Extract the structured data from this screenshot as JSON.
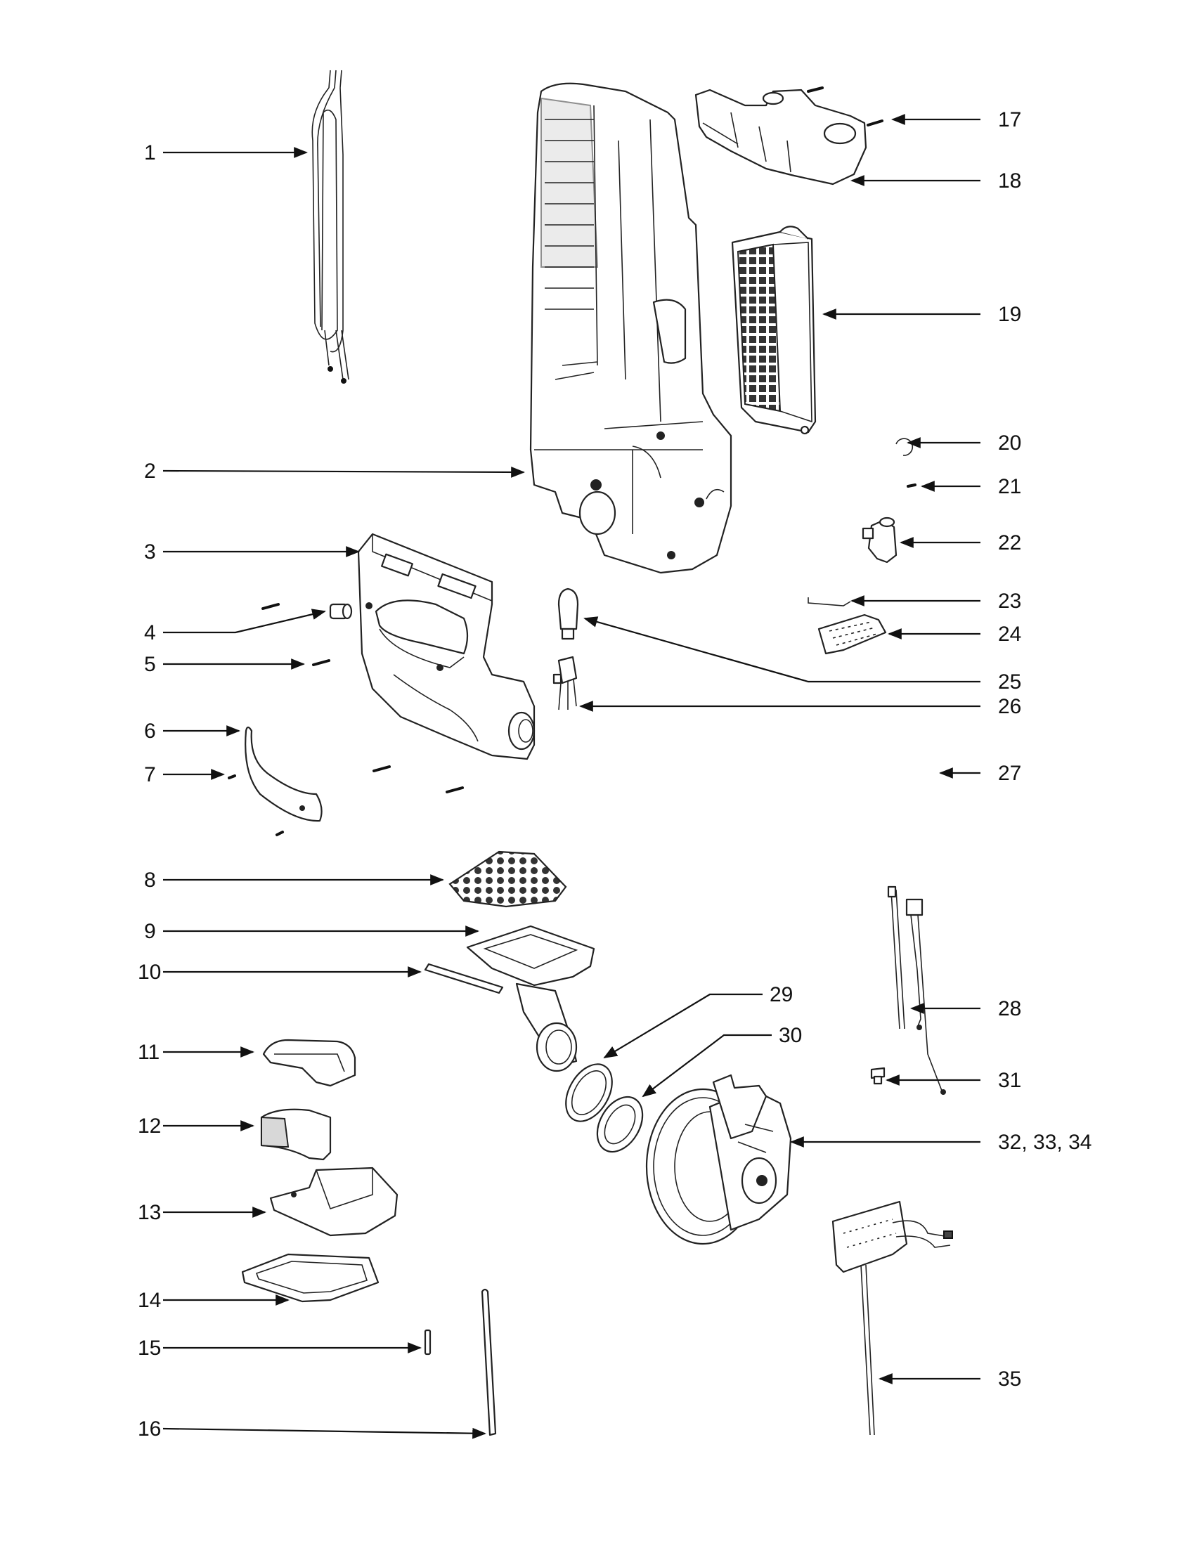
{
  "diagram": {
    "labels": {
      "p1": "1",
      "p2": "2",
      "p3": "3",
      "p4": "4",
      "p5": "5",
      "p6": "6",
      "p7": "7",
      "p8": "8",
      "p9": "9",
      "p10": "10",
      "p11": "11",
      "p12": "12",
      "p13": "13",
      "p14": "14",
      "p15": "15",
      "p16": "16",
      "p17": "17",
      "p18": "18",
      "p19": "19",
      "p20": "20",
      "p21": "21",
      "p22": "22",
      "p23": "23",
      "p24": "24",
      "p25": "25",
      "p26": "26",
      "p27": "27",
      "p28": "28",
      "p29": "29",
      "p30": "30",
      "p31": "31",
      "p32": "32, 33, 34",
      "p35": "35"
    }
  }
}
